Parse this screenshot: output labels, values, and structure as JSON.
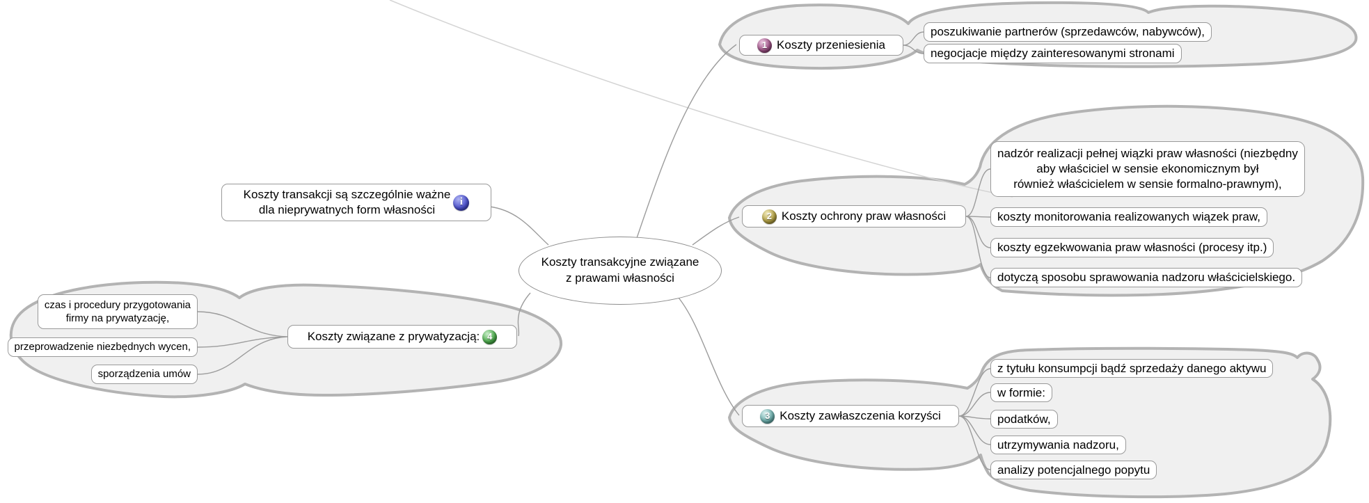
{
  "root": {
    "lines": [
      "Koszty transakcyjne związane",
      "z prawami własności"
    ]
  },
  "note": {
    "lines": [
      "Koszty transakcji są szczególnie ważne",
      "dla nieprywatnych form własności"
    ],
    "badge": "i"
  },
  "branches": [
    {
      "badge": "1",
      "label": "Koszty przeniesienia",
      "children": [
        [
          "poszukiwanie partnerów (sprzedawców, nabywców),"
        ],
        [
          "negocjacje między zainteresowanymi stronami"
        ]
      ]
    },
    {
      "badge": "2",
      "label": "Koszty ochrony praw własności",
      "children": [
        [
          "nadzór realizacji pełnej wiązki praw własności (niezbędny",
          "aby właściciel w sensie ekonomicznym był",
          "również właścicielem w sensie formalno-prawnym),"
        ],
        [
          "koszty monitorowania realizowanych wiązek praw,"
        ],
        [
          "koszty egzekwowania praw własności (procesy itp.)"
        ],
        [
          "dotyczą sposobu sprawowania nadzoru właścicielskiego."
        ]
      ]
    },
    {
      "badge": "3",
      "label": "Koszty zawłaszczenia korzyści",
      "children": [
        [
          "z tytułu konsumpcji bądź sprzedaży danego aktywu"
        ],
        [
          "w formie:"
        ],
        [
          "podatków,"
        ],
        [
          "utrzymywania nadzoru,"
        ],
        [
          "analizy potencjalnego popytu"
        ]
      ]
    },
    {
      "badge": "4",
      "label": "Koszty związane z prywatyzacją:",
      "children": [
        [
          "czas i procedury przygotowania",
          "firmy na prywatyzację,"
        ],
        [
          "przeprowadzenie niezbędnych wycen,"
        ],
        [
          "sporządzenia umów"
        ]
      ]
    }
  ],
  "colors": {
    "cloud_fill": "#f0f0f0",
    "cloud_border": "#b3b3b3",
    "edge": "#9c9c9c",
    "badge_1": "#a05588",
    "badge_2": "#b3a145",
    "badge_3": "#6fb0ae",
    "badge_4": "#4fae4f",
    "badge_info": "#5055cf"
  }
}
